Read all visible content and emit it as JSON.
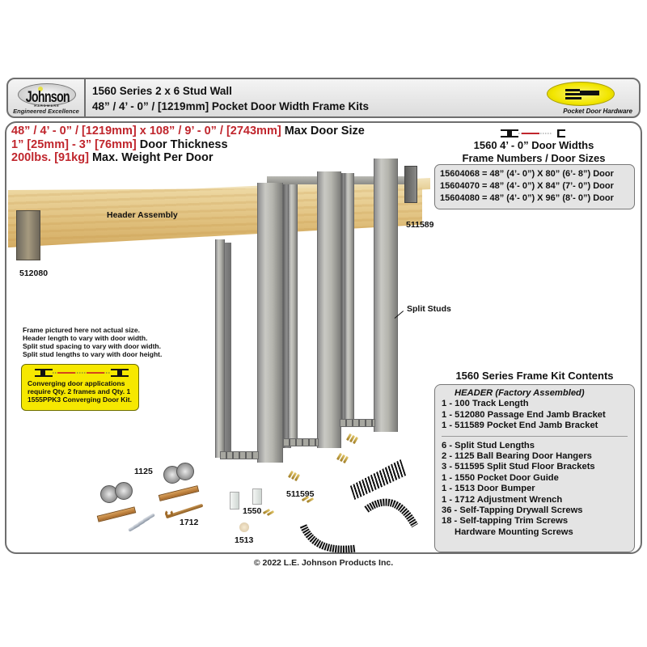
{
  "header": {
    "brand": {
      "logo_text": "Johnson",
      "logo_subtext": "HARDWARE",
      "tagline": "Engineered Excellence"
    },
    "title_line1": "1560 Series 2 x 6 Stud Wall",
    "title_line2": "48” / 4’ - 0” / [1219mm] Pocket Door Width Frame Kits",
    "badge_label": "Pocket Door Hardware"
  },
  "specs": [
    {
      "red": "48” / 4’ - 0” / [1219mm] x 108” / 9’ - 0” / [2743mm]",
      "black": " Max Door Size"
    },
    {
      "red": "1” [25mm] - 3” [76mm]",
      "black": " Door Thickness"
    },
    {
      "red": "200lbs. [91kg]",
      "black": " Max. Weight Per Door"
    }
  ],
  "frame_numbers": {
    "title_line1": "1560 4’ - 0” Door Widths",
    "title_line2": "Frame Numbers / Door Sizes",
    "rows": [
      "15604068 = 48” (4’- 0”) X 80” (6’- 8”) Door",
      "15604070 = 48” (4’- 0”) X 84” (7’- 0”) Door",
      "15604080 = 48” (4’- 0”) X 96” (8’- 0”) Door"
    ]
  },
  "diagram_labels": {
    "header_assembly": "Header Assembly",
    "passage_bracket": "512080",
    "pocket_bracket": "511589",
    "split_studs": "Split Studs",
    "floor_bracket": "511595",
    "hanger": "1125",
    "wrench": "1712",
    "guide": "1550",
    "bumper": "1513"
  },
  "notes": [
    "Frame pictured here not actual size.",
    "Header length to vary with door width.",
    "Split stud spacing to vary with door width.",
    "Split stud lengths to vary with door height."
  ],
  "converging_note": [
    "Converging door applications",
    "require Qty. 2 frames and Qty. 1",
    "1555PPK3 Converging Door Kit."
  ],
  "kit_contents": {
    "title": "1560 Series Frame Kit Contents",
    "header_group_title": "HEADER (Factory Assembled)",
    "header_items": [
      "1 - 100 Track Length",
      "1 - 512080 Passage End Jamb Bracket",
      "1 - 511589 Pocket End Jamb Bracket"
    ],
    "items": [
      "6 - Split Stud Lengths",
      "2 - 1125 Ball Bearing Door Hangers",
      "3 - 511595 Split Stud Floor Brackets",
      "1 - 1550 Pocket Door Guide",
      "1 - 1513 Door Bumper",
      "1 - 1712 Adjustment Wrench",
      "36 - Self-Tapping Drywall Screws",
      "18 - Self-tapping Trim Screws"
    ],
    "last_item_continuation": "Hardware Mounting Screws"
  },
  "copyright": "© 2022 L.E. Johnson Products Inc.",
  "colors": {
    "spec_red": "#c0262d",
    "panel_gray": "#e4e4e4",
    "badge_yellow": "#f2e600",
    "border_gray": "#6e6e6e"
  }
}
